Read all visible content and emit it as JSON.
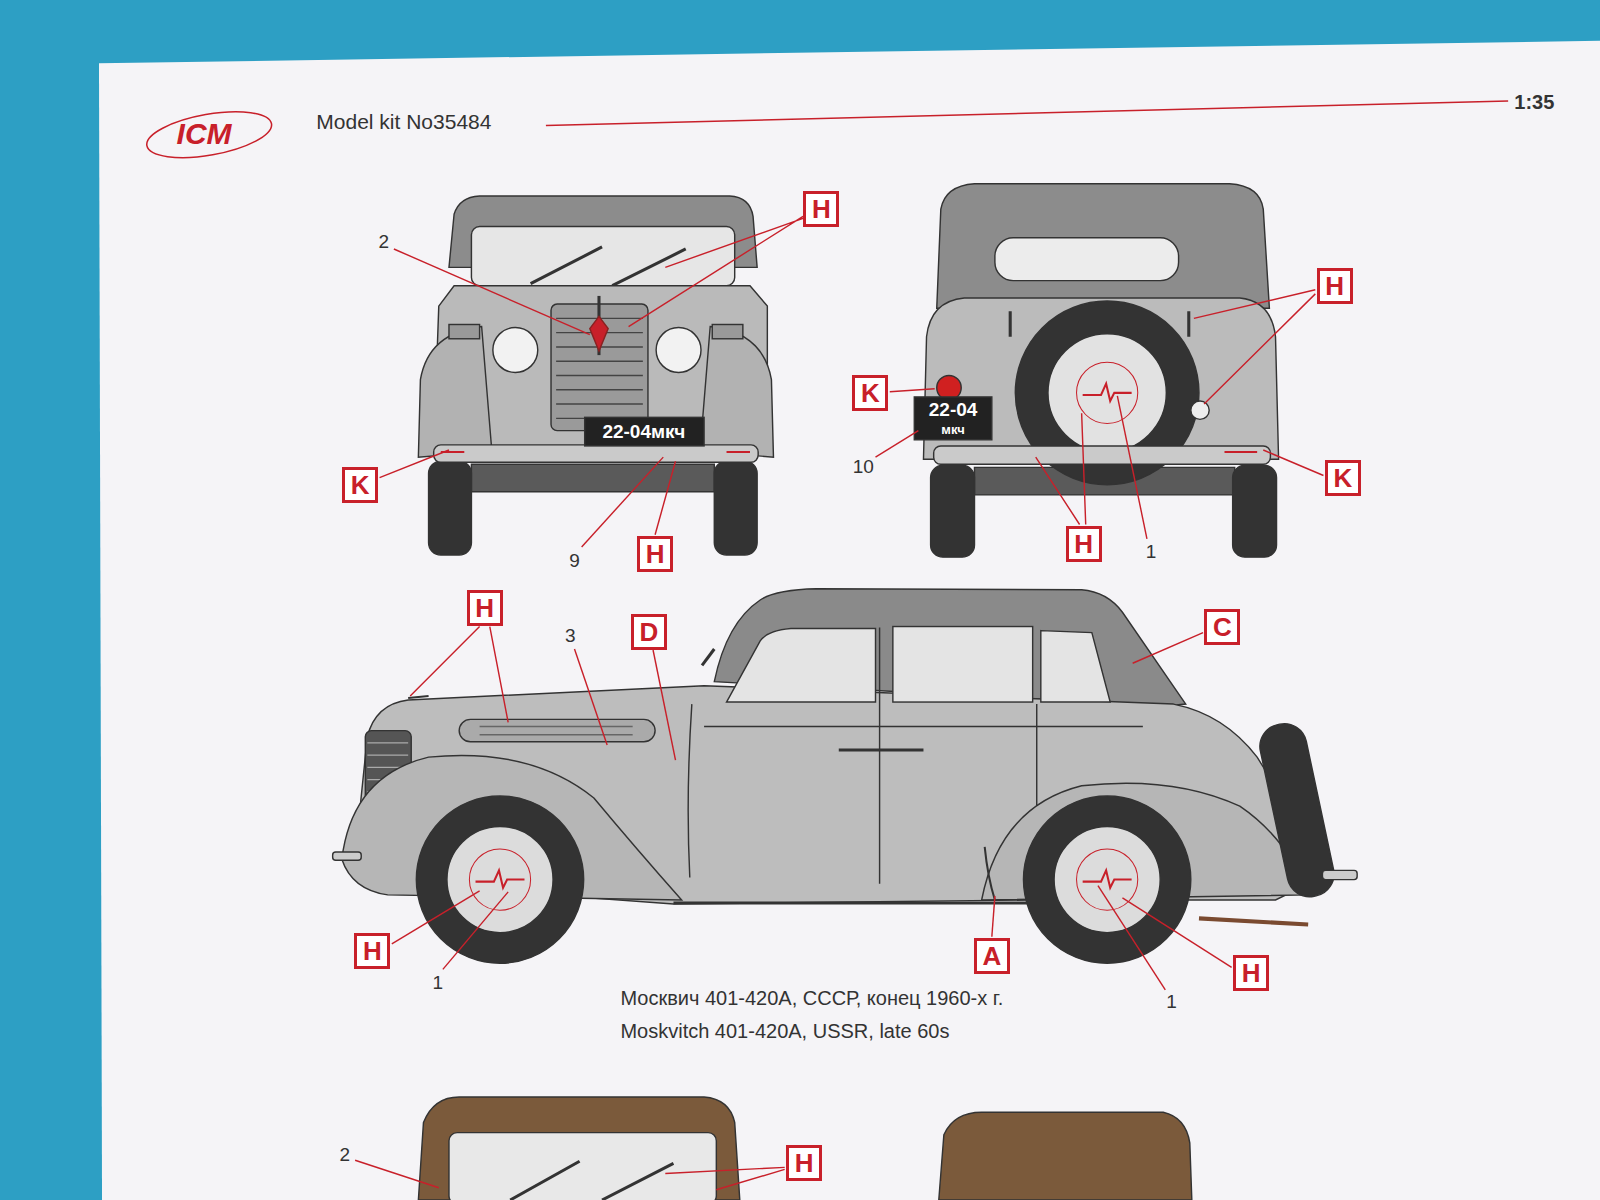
{
  "diagram": {
    "nodes": [
      {
        "text": [
          "H"
        ]
      },
      {
        "text": [
          "H"
        ]
      },
      {
        "text": [
          "K"
        ]
      },
      {
        "text": [
          "K"
        ]
      },
      {
        "text": [
          "K"
        ]
      },
      {
        "text": [
          "H"
        ]
      },
      {
        "text": [
          "H"
        ]
      },
      {
        "text": [
          "H"
        ]
      },
      {
        "text": [
          "D"
        ]
      },
      {
        "text": [
          "C"
        ]
      },
      {
        "text": [
          "H"
        ]
      },
      {
        "text": [
          "A"
        ]
      },
      {
        "text": [
          "H"
        ]
      },
      {
        "text": [
          "H"
        ]
      }
    ],
    "labels": [
      "ICM",
      "Model kit No35484",
      "1:35",
      "2",
      "22-04мкч",
      "9",
      "22-04",
      "мкч",
      "10",
      "1",
      "3",
      "1",
      "1",
      "Москвич 401-420A, СССР, конец 1960-х г.",
      "Moskvitch 401-420A, USSR, late 60s",
      "2"
    ]
  }
}
